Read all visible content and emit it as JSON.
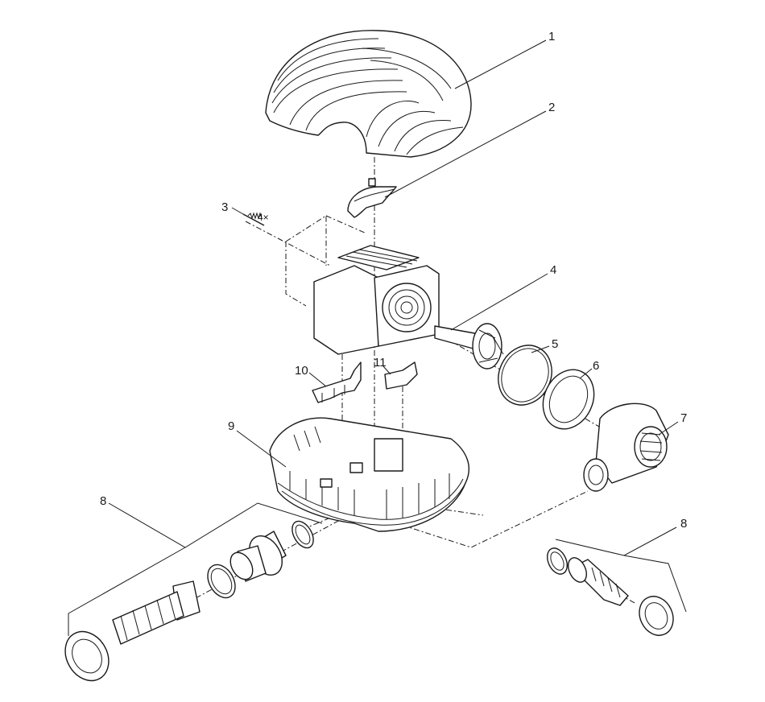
{
  "diagram": {
    "callouts": [
      {
        "id": "1",
        "label": "1"
      },
      {
        "id": "2",
        "label": "2"
      },
      {
        "id": "3",
        "label": "3"
      },
      {
        "id": "3q",
        "label": "4×"
      },
      {
        "id": "4",
        "label": "4"
      },
      {
        "id": "5",
        "label": "5"
      },
      {
        "id": "6",
        "label": "6"
      },
      {
        "id": "7",
        "label": "7"
      },
      {
        "id": "8a",
        "label": "8"
      },
      {
        "id": "8b",
        "label": "8"
      },
      {
        "id": "9",
        "label": "9"
      },
      {
        "id": "10",
        "label": "10"
      },
      {
        "id": "11",
        "label": "11"
      }
    ]
  }
}
